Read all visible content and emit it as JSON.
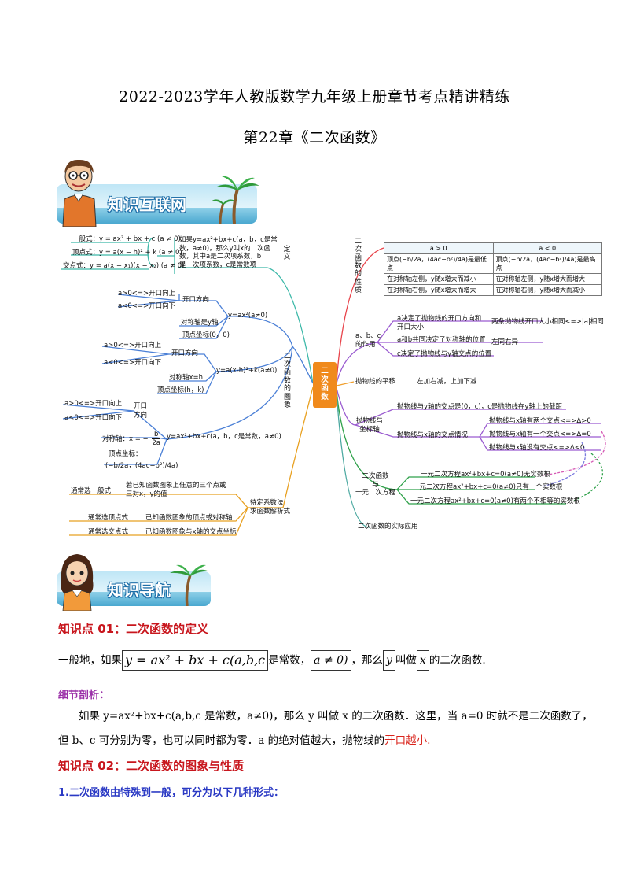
{
  "header": {
    "title": "2022-2023学年人教版数学九年级上册章节考点精讲精练",
    "chapter": "第22章《二次函数》"
  },
  "banners": {
    "network": "知识互联网",
    "navigation": "知识导航"
  },
  "colors": {
    "kp_red": "#c8161d",
    "sub_blue": "#2a39c4",
    "center_box": "#f08a1c",
    "branch_teal": "#3cb8a8",
    "branch_blue": "#4a7fd6",
    "branch_orange": "#e8a020",
    "branch_purple": "#9a5bd0",
    "branch_green": "#2fa14a"
  },
  "mindmap": {
    "center": "二次函数",
    "left": {
      "definition_forms": [
        "一般式：y = ax² + bx + c (a ≠ 0)",
        "顶点式：y = a(x − h)² + k (a ≠ 0)",
        "交点式：y = a(x − x₁)(x − x₂) (a ≠ 0)"
      ],
      "definition_text": [
        "如果y=ax²+bx+c(a，b，c是常",
        "数，a≠0)，那么y叫x的二次函",
        "数，其中a是二次项系数，b",
        "是一次项系数，c是常数项"
      ],
      "definition_label": "定义",
      "graph_label": "二次函数的图象",
      "g1": {
        "formula": "y=ax²(a≠0)",
        "open": "开口方向",
        "a_pos": "a>0<=>开口向上",
        "a_neg": "a<0<=>开口向下",
        "axis": "对称轴是y轴",
        "vertex": "顶点坐标(0，0)"
      },
      "g2": {
        "formula": "y=a(x-h)²+k(a≠0)",
        "open": "开口方向",
        "a_pos": "a>0<=>开口向上",
        "a_neg": "a<0<=>开口向下",
        "axis": "对称轴x=h",
        "vertex": "顶点坐标(h，k)"
      },
      "g3": {
        "formula": "y=ax²+bx+c(a，b，c是常数，a≠0)",
        "open_1": "开口",
        "open_2": "方向",
        "a_pos": "a>0<=>开口向上",
        "a_neg": "a<0<=>开口向下",
        "axis": "对称轴：x = −",
        "axis_frac_num": "b",
        "axis_frac_den": "2a",
        "vertex": "顶点坐标：",
        "vertex_expr": "(−b/2a，(4ac−b²)/4a)"
      },
      "method_label": [
        "待定系数法",
        "求函数解析式"
      ],
      "methods": [
        {
          "name": "通常选一般式",
          "desc": [
            "若已知函数图象上任意的三个点或",
            "三对x，y的值"
          ]
        },
        {
          "name": "通常选顶点式",
          "desc": [
            "已知函数图象的顶点或对称轴"
          ]
        },
        {
          "name": "通常选交点式",
          "desc": [
            "已知函数图象与x轴的交点坐标"
          ]
        }
      ]
    },
    "right": {
      "properties_label": "二次函数的性质",
      "table": {
        "head": [
          "a > 0",
          "a < 0"
        ],
        "vertex_pos": [
          "顶点(−b/2a，(4ac−b²)/4a)是最低点",
          "顶点(−b/2a，(4ac−b²)/4a)是最高点"
        ],
        "left_side": [
          "在对称轴左侧，y随x增大而减小",
          "在对称轴左侧，y随x增大而增大"
        ],
        "right_side": [
          "在对称轴右侧，y随x增大而增大",
          "在对称轴右侧，y随x增大而减小"
        ]
      },
      "abc_label": "a、b、c的作用",
      "abc": [
        "a决定了抛物线的开口方向和开口大小",
        "a和b共同决定了对称轴的位置",
        "c决定了抛物线与y轴交点的位置"
      ],
      "abc_extra": [
        "两条抛物线开口大小相同<=>|a|相同",
        "左同右异"
      ],
      "translate_label": "抛物线的平移",
      "translate_rule": "左加右减，上加下减",
      "axes_label": "抛物线与坐标轴",
      "axes_y": "抛物线与y轴的交点是(0，c)，c是抛物线在y轴上的截距",
      "axes_x": "抛物线与x轴的交点情况",
      "axes_cases": [
        "抛物线与x轴有两个交点<=>Δ>0",
        "抛物线与x轴有一个交点<=>Δ=0",
        "抛物线与x轴没有交点<=>Δ<0"
      ],
      "equation_label": [
        "二次函数",
        "与",
        "一元二次方程"
      ],
      "equations": [
        "一元二次方程ax²+bx+c=0(a≠0)无实数根",
        "一元二次方程ax²+bx+c=0(a≠0)只有一个实数根",
        "一元二次方程ax²+bx+c=0(a≠0)有两个不相等的实数根"
      ],
      "application": "二次函数的实际应用"
    }
  },
  "kp1": {
    "title": "知识点 01：二次函数的定义",
    "line_pre": "一般地，如果",
    "formula": "y = ax² + bx + c(a,b,c",
    "mid1": "是常数，",
    "cond": "a ≠ 0)",
    "mid2": "，那么",
    "var_y": "y",
    "mid3": "叫做",
    "var_x": "x",
    "line_end": "的二次函数.",
    "detail_title": "细节剖析：",
    "detail_1": "如果 y=ax²+bx+c(a,b,c 是常数，a≠0)，那么 y 叫做 x 的二次函数．这里，当 a=0 时就不是二次函数了，",
    "detail_2_pre": "但 b、c 可分别为零，也可以同时都为零．a 的绝对值越大，抛物线的",
    "detail_2_red": "开口越小.",
    "detail_2_post": ""
  },
  "kp2": {
    "title": "知识点 02：二次函数的图象与性质",
    "subtitle": "1.二次函数由特殊到一般，可分为以下几种形式："
  }
}
